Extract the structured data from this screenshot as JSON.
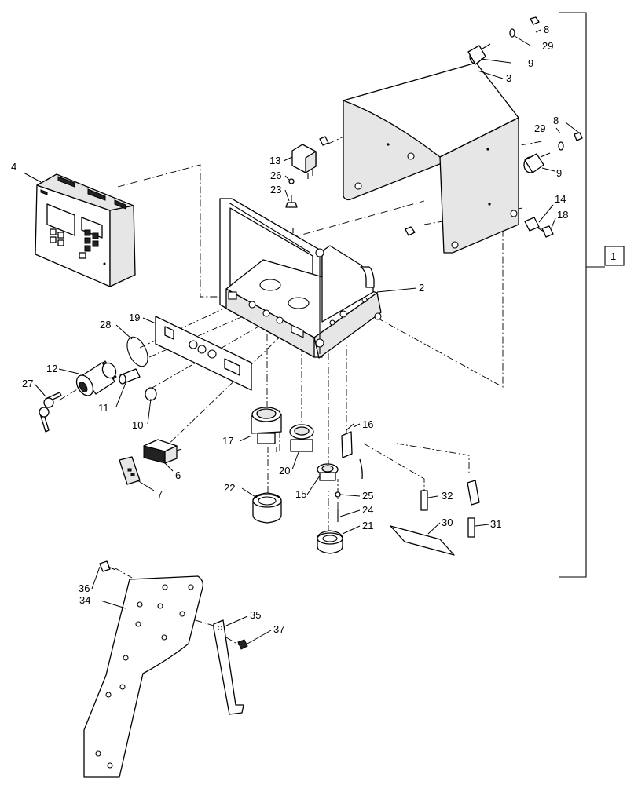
{
  "diagram": {
    "kit_reference": "1",
    "callouts": [
      {
        "id": "c1",
        "label": "1"
      },
      {
        "id": "c2",
        "label": "2"
      },
      {
        "id": "c3",
        "label": "3"
      },
      {
        "id": "c4",
        "label": "4"
      },
      {
        "id": "c6",
        "label": "6"
      },
      {
        "id": "c7",
        "label": "7"
      },
      {
        "id": "c8a",
        "label": "8"
      },
      {
        "id": "c8b",
        "label": "8"
      },
      {
        "id": "c9a",
        "label": "9"
      },
      {
        "id": "c9b",
        "label": "9"
      },
      {
        "id": "c10",
        "label": "10"
      },
      {
        "id": "c11",
        "label": "11"
      },
      {
        "id": "c12",
        "label": "12"
      },
      {
        "id": "c13",
        "label": "13"
      },
      {
        "id": "c14",
        "label": "14"
      },
      {
        "id": "c15",
        "label": "15"
      },
      {
        "id": "c16",
        "label": "16"
      },
      {
        "id": "c17",
        "label": "17"
      },
      {
        "id": "c18",
        "label": "18"
      },
      {
        "id": "c19",
        "label": "19"
      },
      {
        "id": "c20",
        "label": "20"
      },
      {
        "id": "c21",
        "label": "21"
      },
      {
        "id": "c22",
        "label": "22"
      },
      {
        "id": "c23",
        "label": "23"
      },
      {
        "id": "c24",
        "label": "24"
      },
      {
        "id": "c25",
        "label": "25"
      },
      {
        "id": "c26",
        "label": "26"
      },
      {
        "id": "c27",
        "label": "27"
      },
      {
        "id": "c28",
        "label": "28"
      },
      {
        "id": "c29a",
        "label": "29"
      },
      {
        "id": "c29b",
        "label": "29"
      },
      {
        "id": "c30",
        "label": "30"
      },
      {
        "id": "c31",
        "label": "31"
      },
      {
        "id": "c32",
        "label": "32"
      },
      {
        "id": "c34",
        "label": "34"
      },
      {
        "id": "c35",
        "label": "35"
      },
      {
        "id": "c36",
        "label": "36"
      },
      {
        "id": "c37",
        "label": "37"
      }
    ],
    "colors": {
      "ink": "#000000",
      "paper": "#ffffff",
      "shade": "#e6e6e6",
      "dark": "#777777"
    }
  }
}
